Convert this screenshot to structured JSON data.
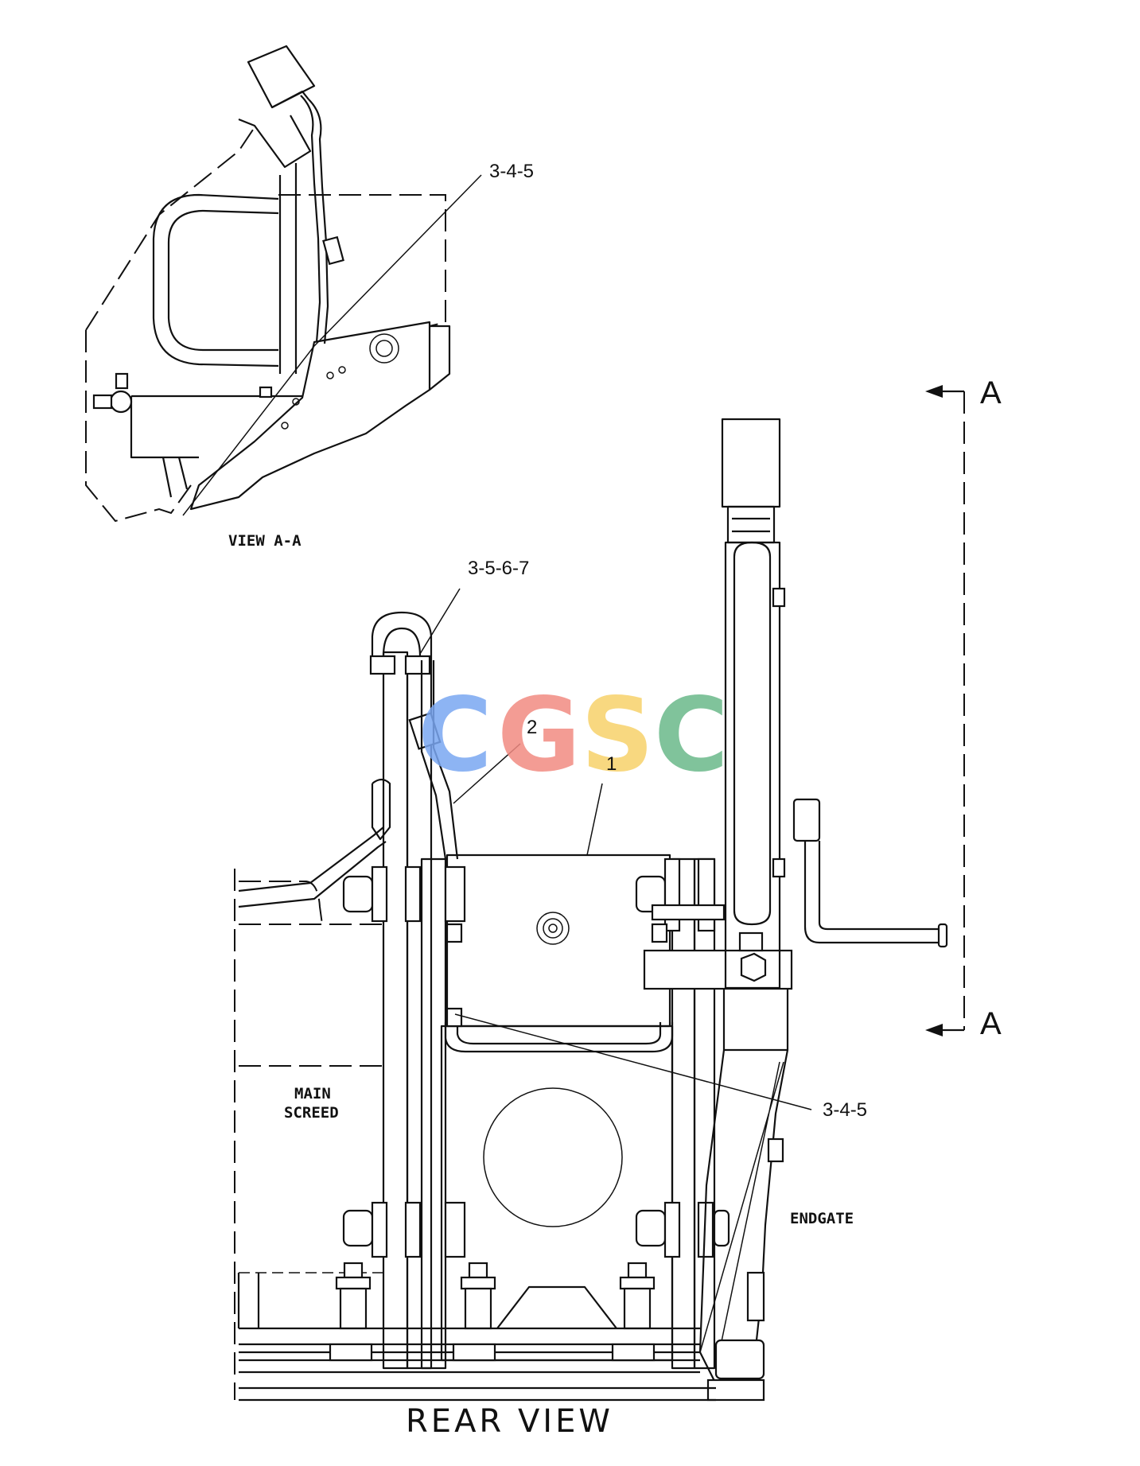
{
  "labels": {
    "view_aa_callout": "3-4-5",
    "view_aa_title": "VIEW A-A",
    "top_callout": "3-5-6-7",
    "callout_2": "2",
    "callout_1": "1",
    "right_callout": "3-4-5",
    "main_screed_line1": "MAIN",
    "main_screed_line2": "SCREED",
    "endgate": "ENDGATE",
    "section_mark_top": "A",
    "section_mark_bottom": "A",
    "rear_view_title": "REAR VIEW"
  },
  "watermark": {
    "letters": [
      {
        "char": "C",
        "color": "#7aa7f2"
      },
      {
        "char": "G",
        "color": "#f28b82"
      },
      {
        "char": "S",
        "color": "#f7d26b"
      },
      {
        "char": "C",
        "color": "#6ab98a"
      }
    ]
  },
  "icons": [
    "section-arrow-icon",
    "bolt-head-icon",
    "nut-icon"
  ]
}
